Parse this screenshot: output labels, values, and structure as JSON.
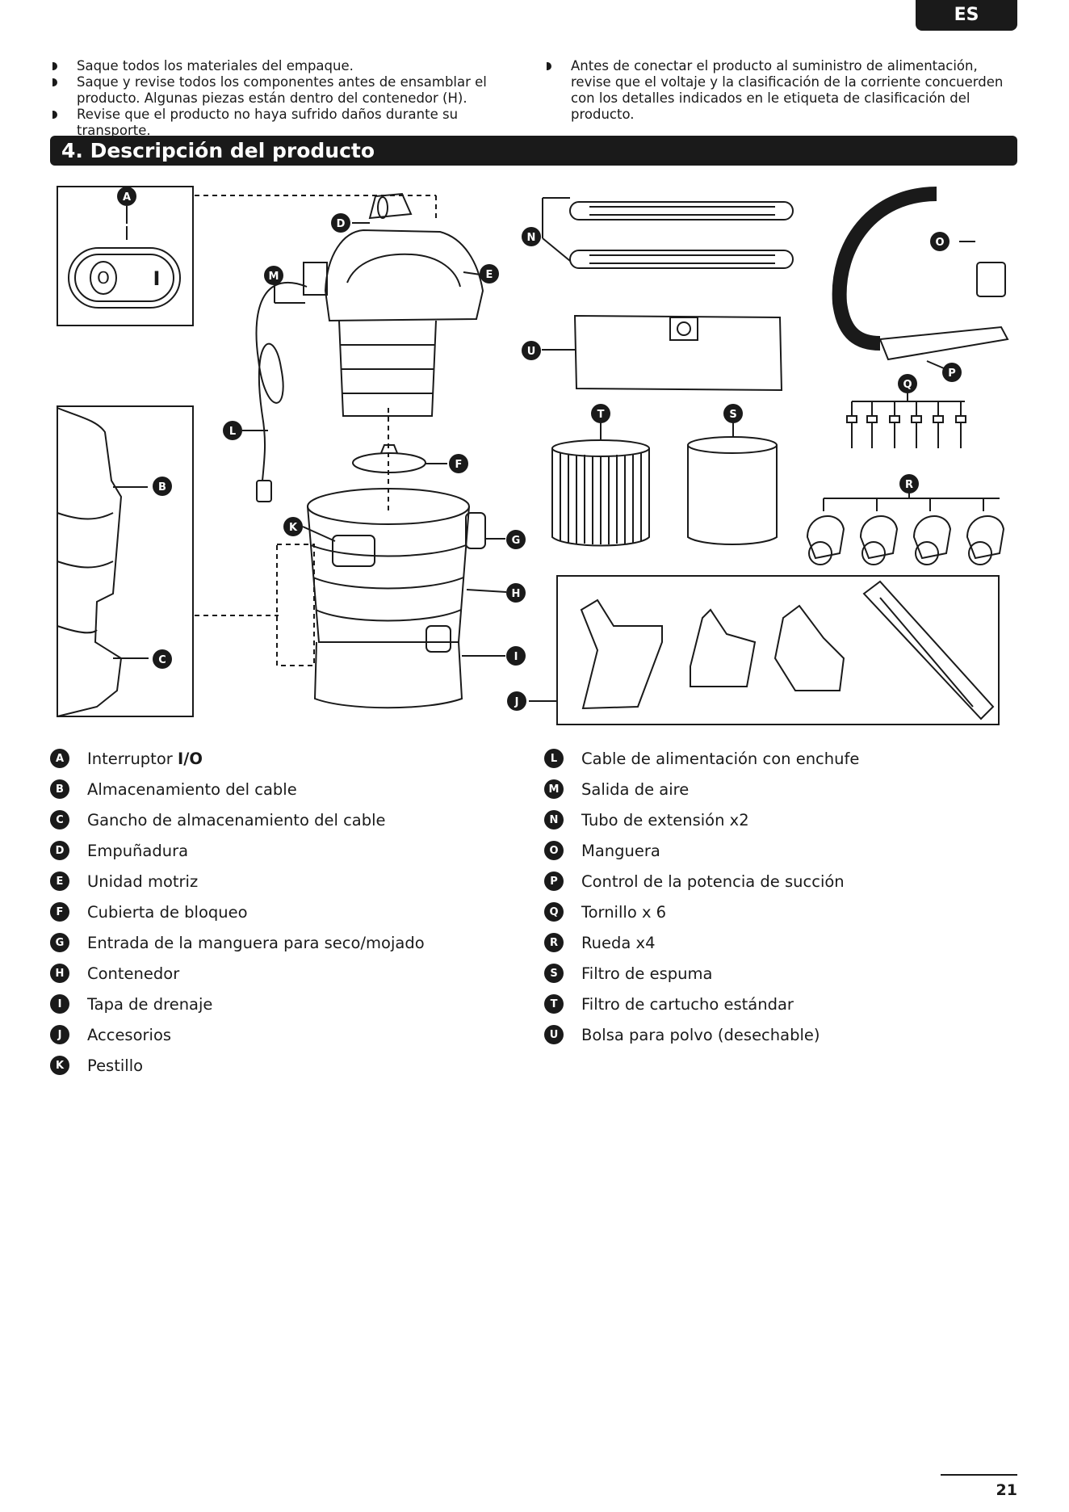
{
  "header": {
    "language": "ES"
  },
  "intro": {
    "left": [
      "Saque todos los materiales del empaque.",
      "Saque y revise todos los componentes antes de ensamblar el producto. Algunas piezas están dentro del contenedor (H).",
      "Revise que el producto no haya sufrido daños durante su transporte."
    ],
    "right": [
      "Antes de conectar el producto al suministro de alimentación, revise que el voltaje y la clasificación de la corriente concuerden con los detalles indicados en le etiqueta de clasificación del producto."
    ]
  },
  "section": {
    "title": "4. Descripción del producto"
  },
  "diagram": {
    "labels": [
      "A",
      "B",
      "C",
      "D",
      "E",
      "F",
      "G",
      "H",
      "I",
      "J",
      "K",
      "L",
      "M",
      "N",
      "O",
      "P",
      "Q",
      "R",
      "S",
      "T",
      "U"
    ],
    "switch_off": "O",
    "switch_on": "I"
  },
  "legend": {
    "left": [
      {
        "letter": "A",
        "text": "Interruptor ",
        "strong": "I/O"
      },
      {
        "letter": "B",
        "text": "Almacenamiento del cable"
      },
      {
        "letter": "C",
        "text": "Gancho de almacenamiento del cable"
      },
      {
        "letter": "D",
        "text": "Empuñadura"
      },
      {
        "letter": "E",
        "text": "Unidad motriz"
      },
      {
        "letter": "F",
        "text": "Cubierta de bloqueo"
      },
      {
        "letter": "G",
        "text": "Entrada de la manguera para seco/mojado"
      },
      {
        "letter": "H",
        "text": "Contenedor"
      },
      {
        "letter": "I",
        "text": "Tapa de drenaje"
      },
      {
        "letter": "J",
        "text": "Accesorios"
      },
      {
        "letter": "K",
        "text": "Pestillo"
      }
    ],
    "right": [
      {
        "letter": "L",
        "text": "Cable de alimentación con enchufe"
      },
      {
        "letter": "M",
        "text": "Salida de aire"
      },
      {
        "letter": "N",
        "text": "Tubo de extensión x2"
      },
      {
        "letter": "O",
        "text": "Manguera"
      },
      {
        "letter": "P",
        "text": "Control de la potencia de succión"
      },
      {
        "letter": "Q",
        "text": "Tornillo x 6"
      },
      {
        "letter": "R",
        "text": "Rueda x4"
      },
      {
        "letter": "S",
        "text": "Filtro de espuma"
      },
      {
        "letter": "T",
        "text": "Filtro de cartucho estándar"
      },
      {
        "letter": "U",
        "text": "Bolsa para polvo (desechable)"
      }
    ]
  },
  "footer": {
    "page_number": "21"
  }
}
